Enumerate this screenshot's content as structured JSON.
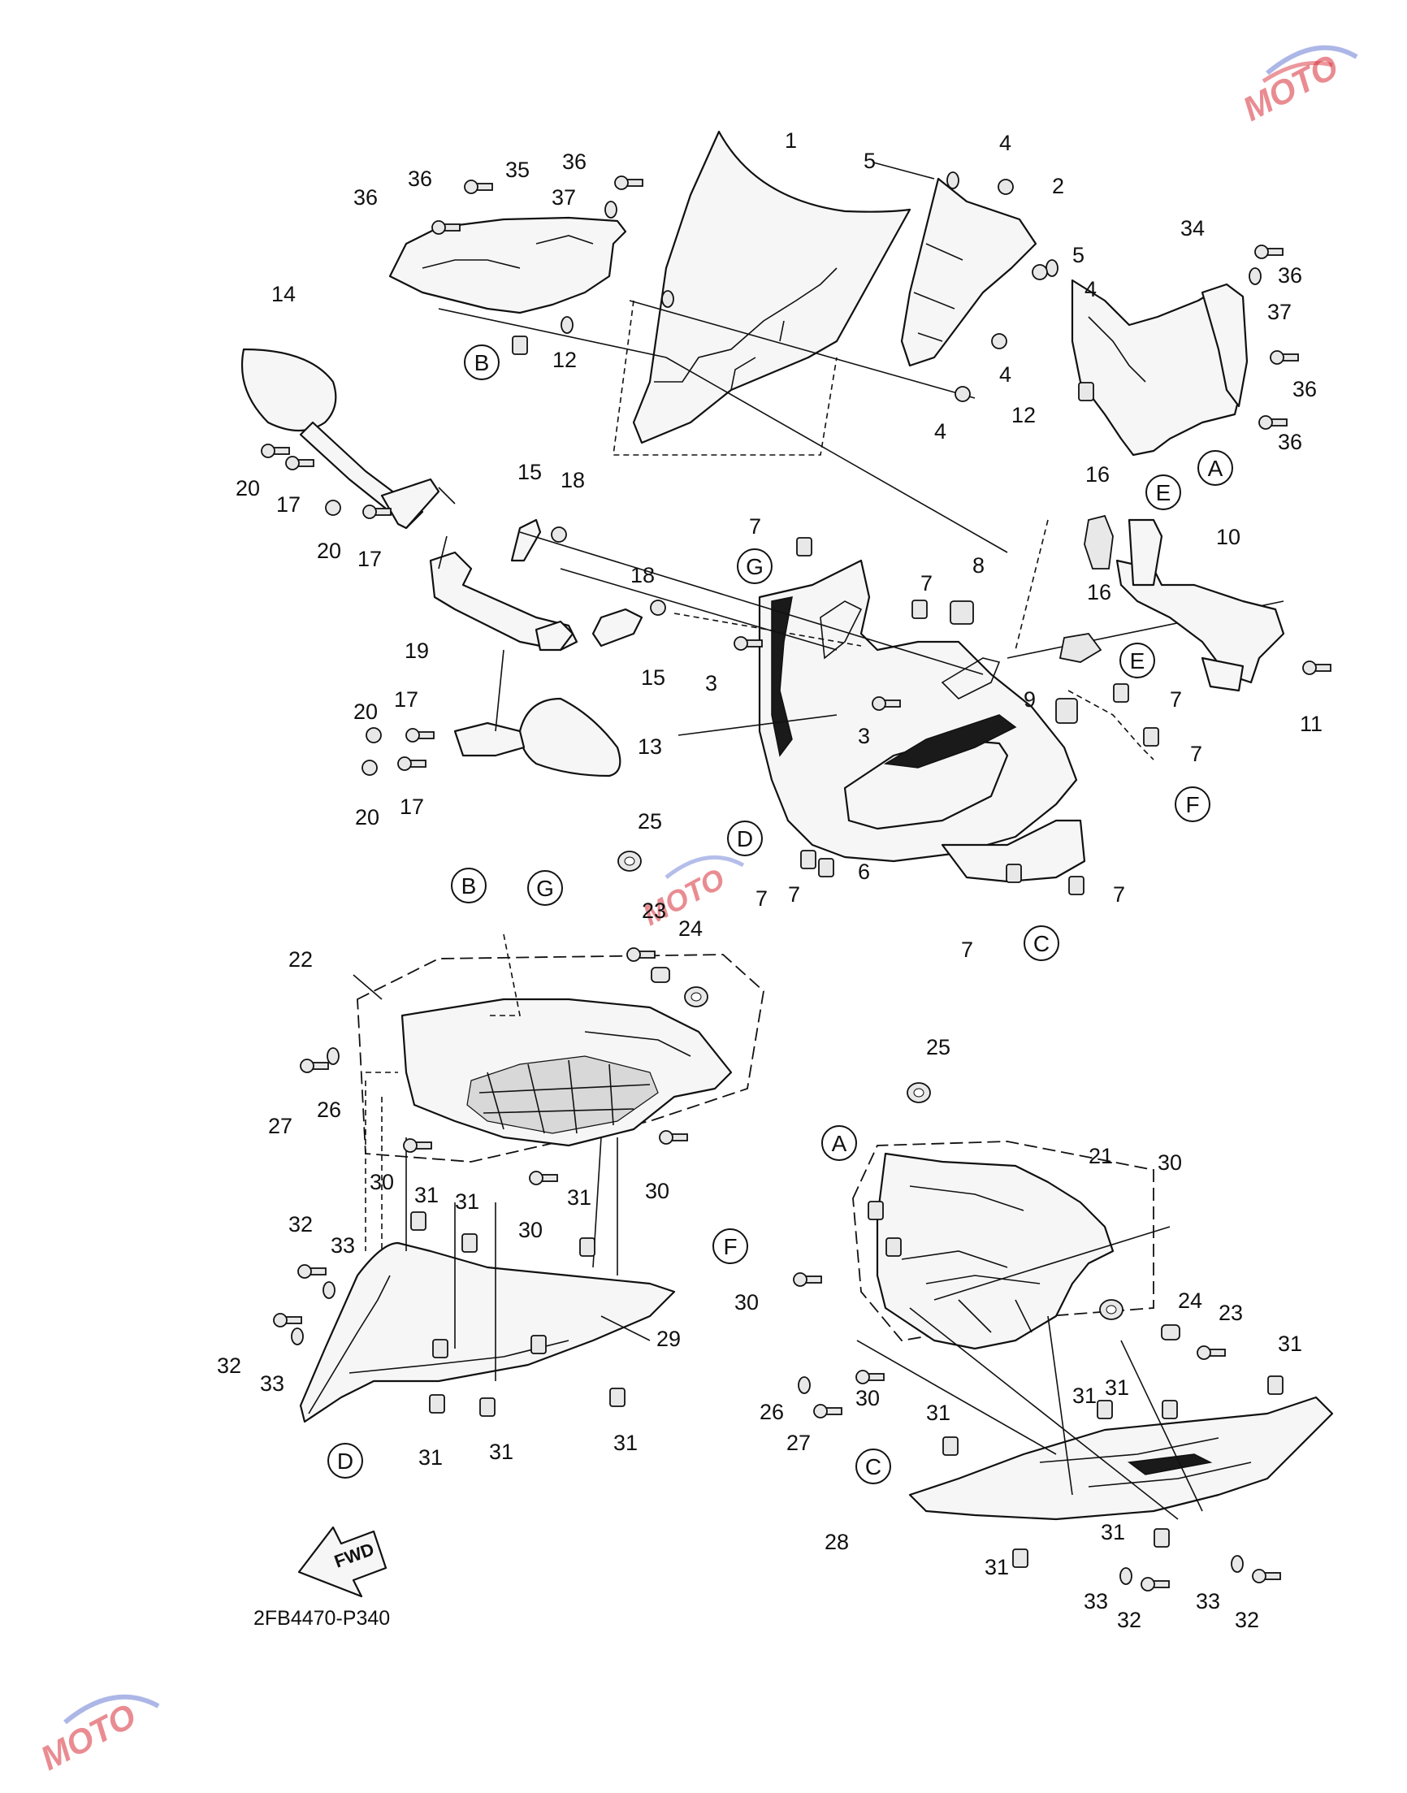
{
  "diagram": {
    "code": "2FB4470-P340",
    "fwd_label": "FWD",
    "watermark": "MOTO",
    "callouts": [
      {
        "id": "c1",
        "label": "1"
      },
      {
        "id": "c2",
        "label": "2"
      },
      {
        "id": "c3a",
        "label": "3"
      },
      {
        "id": "c3b",
        "label": "3"
      },
      {
        "id": "c4a",
        "label": "4"
      },
      {
        "id": "c4b",
        "label": "4"
      },
      {
        "id": "c4c",
        "label": "4"
      },
      {
        "id": "c4d",
        "label": "4"
      },
      {
        "id": "c5a",
        "label": "5"
      },
      {
        "id": "c5b",
        "label": "5"
      },
      {
        "id": "c6",
        "label": "6"
      },
      {
        "id": "c7a",
        "label": "7"
      },
      {
        "id": "c7b",
        "label": "7"
      },
      {
        "id": "c7c",
        "label": "7"
      },
      {
        "id": "c7d",
        "label": "7"
      },
      {
        "id": "c7e",
        "label": "7"
      },
      {
        "id": "c7f",
        "label": "7"
      },
      {
        "id": "c7g",
        "label": "7"
      },
      {
        "id": "c7h",
        "label": "7"
      },
      {
        "id": "c8",
        "label": "8"
      },
      {
        "id": "c9",
        "label": "9"
      },
      {
        "id": "c10",
        "label": "10"
      },
      {
        "id": "c11",
        "label": "11"
      },
      {
        "id": "c12a",
        "label": "12"
      },
      {
        "id": "c12b",
        "label": "12"
      },
      {
        "id": "c13",
        "label": "13"
      },
      {
        "id": "c14",
        "label": "14"
      },
      {
        "id": "c15a",
        "label": "15"
      },
      {
        "id": "c15b",
        "label": "15"
      },
      {
        "id": "c16a",
        "label": "16"
      },
      {
        "id": "c16b",
        "label": "16"
      },
      {
        "id": "c17a",
        "label": "17"
      },
      {
        "id": "c17b",
        "label": "17"
      },
      {
        "id": "c17c",
        "label": "17"
      },
      {
        "id": "c17d",
        "label": "17"
      },
      {
        "id": "c18a",
        "label": "18"
      },
      {
        "id": "c18b",
        "label": "18"
      },
      {
        "id": "c19",
        "label": "19"
      },
      {
        "id": "c20a",
        "label": "20"
      },
      {
        "id": "c20b",
        "label": "20"
      },
      {
        "id": "c20c",
        "label": "20"
      },
      {
        "id": "c20d",
        "label": "20"
      },
      {
        "id": "c21",
        "label": "21"
      },
      {
        "id": "c22",
        "label": "22"
      },
      {
        "id": "c23a",
        "label": "23"
      },
      {
        "id": "c23b",
        "label": "23"
      },
      {
        "id": "c24a",
        "label": "24"
      },
      {
        "id": "c24b",
        "label": "24"
      },
      {
        "id": "c25a",
        "label": "25"
      },
      {
        "id": "c25b",
        "label": "25"
      },
      {
        "id": "c26a",
        "label": "26"
      },
      {
        "id": "c26b",
        "label": "26"
      },
      {
        "id": "c27a",
        "label": "27"
      },
      {
        "id": "c27b",
        "label": "27"
      },
      {
        "id": "c28",
        "label": "28"
      },
      {
        "id": "c29",
        "label": "29"
      },
      {
        "id": "c30a",
        "label": "30"
      },
      {
        "id": "c30b",
        "label": "30"
      },
      {
        "id": "c30c",
        "label": "30"
      },
      {
        "id": "c30d",
        "label": "30"
      },
      {
        "id": "c30e",
        "label": "30"
      },
      {
        "id": "c30f",
        "label": "30"
      },
      {
        "id": "c31a",
        "label": "31"
      },
      {
        "id": "c31b",
        "label": "31"
      },
      {
        "id": "c31c",
        "label": "31"
      },
      {
        "id": "c31d",
        "label": "31"
      },
      {
        "id": "c31e",
        "label": "31"
      },
      {
        "id": "c31f",
        "label": "31"
      },
      {
        "id": "c31g",
        "label": "31"
      },
      {
        "id": "c31h",
        "label": "31"
      },
      {
        "id": "c31i",
        "label": "31"
      },
      {
        "id": "c31j",
        "label": "31"
      },
      {
        "id": "c31k",
        "label": "31"
      },
      {
        "id": "c31l",
        "label": "31"
      },
      {
        "id": "c32a",
        "label": "32"
      },
      {
        "id": "c32b",
        "label": "32"
      },
      {
        "id": "c32c",
        "label": "32"
      },
      {
        "id": "c32d",
        "label": "32"
      },
      {
        "id": "c33a",
        "label": "33"
      },
      {
        "id": "c33b",
        "label": "33"
      },
      {
        "id": "c33c",
        "label": "33"
      },
      {
        "id": "c33d",
        "label": "33"
      },
      {
        "id": "c34",
        "label": "34"
      },
      {
        "id": "c35",
        "label": "35"
      },
      {
        "id": "c36a",
        "label": "36"
      },
      {
        "id": "c36b",
        "label": "36"
      },
      {
        "id": "c36c",
        "label": "36"
      },
      {
        "id": "c36d",
        "label": "36"
      },
      {
        "id": "c36e",
        "label": "36"
      },
      {
        "id": "c36f",
        "label": "36"
      },
      {
        "id": "c37a",
        "label": "37"
      },
      {
        "id": "c37b",
        "label": "37"
      }
    ],
    "references": [
      {
        "id": "rA1",
        "label": "A"
      },
      {
        "id": "rA2",
        "label": "A"
      },
      {
        "id": "rB1",
        "label": "B"
      },
      {
        "id": "rB2",
        "label": "B"
      },
      {
        "id": "rC1",
        "label": "C"
      },
      {
        "id": "rC2",
        "label": "C"
      },
      {
        "id": "rD1",
        "label": "D"
      },
      {
        "id": "rD2",
        "label": "D"
      },
      {
        "id": "rE1",
        "label": "E"
      },
      {
        "id": "rE2",
        "label": "E"
      },
      {
        "id": "rF1",
        "label": "F"
      },
      {
        "id": "rF2",
        "label": "F"
      },
      {
        "id": "rG1",
        "label": "G"
      },
      {
        "id": "rG2",
        "label": "G"
      }
    ]
  }
}
